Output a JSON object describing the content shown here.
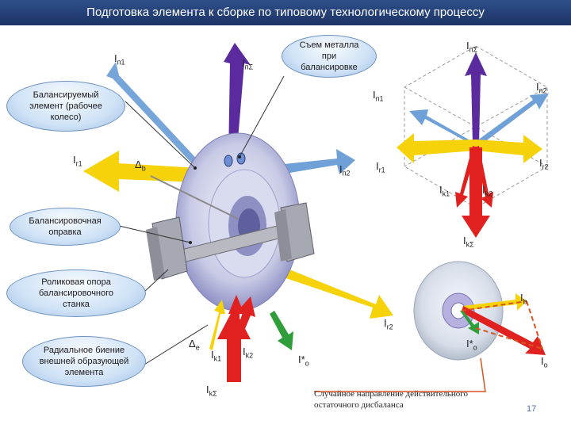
{
  "title": "Подготовка элемента к сборке по типовому технологическому процессу",
  "callouts": {
    "metal_removal": "Съем металла при балансировке",
    "balanced_element": "Балансируемый элемент (рабочее колесо)",
    "balancing_mandrel": "Балансировочная оправка",
    "roller_support": "Роликовая опора балансировочного станка",
    "radial_runout": "Радиальное биение внешней образующей элемента"
  },
  "vector_labels": {
    "In1_left": {
      "main": "I",
      "sub": "п1"
    },
    "InS_left": {
      "main": "I",
      "sub": "пΣ"
    },
    "Ir1_left": {
      "main": "I",
      "sub": "r1"
    },
    "Delta_b": {
      "main": "Δ",
      "sub": "b"
    },
    "In2_mid": {
      "main": "I",
      "sub": "п2"
    },
    "Ir2_mid": {
      "main": "I",
      "sub": "r2"
    },
    "Delta_e": {
      "main": "Δ",
      "sub": "e"
    },
    "Ik1_mid": {
      "main": "I",
      "sub": "k1"
    },
    "Ik2_mid": {
      "main": "I",
      "sub": "k2"
    },
    "IkS_mid": {
      "main": "I",
      "sub": "kΣ"
    },
    "Io_star_left": {
      "main": "I*",
      "sub": "o"
    },
    "InS_right": {
      "main": "I",
      "sub": "пΣ"
    },
    "In2_right": {
      "main": "I",
      "sub": "п2"
    },
    "In1_right": {
      "main": "I",
      "sub": "п1"
    },
    "Ir1_right": {
      "main": "I",
      "sub": "r1"
    },
    "Ir2_right": {
      "main": "I",
      "sub": "r2"
    },
    "Ik1_right": {
      "main": "I",
      "sub": "k1"
    },
    "Ik2_right": {
      "main": "I",
      "sub": "k2"
    },
    "IkS_right": {
      "main": "I",
      "sub": "kΣ"
    },
    "Ib_right": {
      "main": "I",
      "sub": "b"
    },
    "Io_star_right": {
      "main": "I*",
      "sub": "o"
    },
    "Io_right": {
      "main": "I",
      "sub": "o"
    }
  },
  "note": "Случайное направление действительного остаточного дисбаланса",
  "page_number": "17",
  "colors": {
    "purple": "#5b2a9e",
    "blue": "#6fa0d8",
    "yellow": "#f5d20a",
    "orange": "#f08a2a",
    "red": "#e0211f",
    "green": "#2f9e3a",
    "accent_line": "#d9531e"
  }
}
